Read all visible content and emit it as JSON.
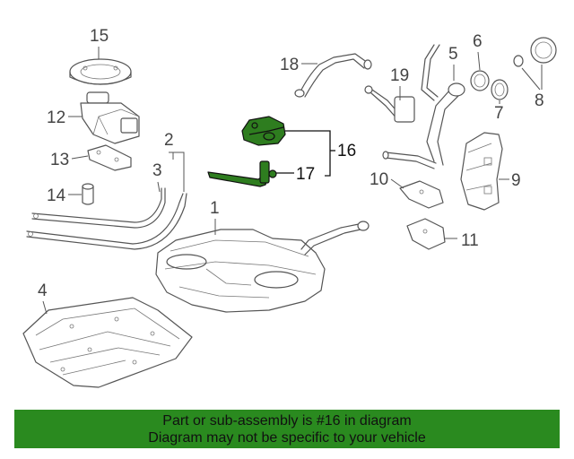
{
  "callouts": {
    "c1": "1",
    "c2": "2",
    "c3": "3",
    "c4": "4",
    "c5": "5",
    "c6": "6",
    "c7": "7",
    "c8": "8",
    "c9": "9",
    "c10": "10",
    "c11": "11",
    "c12": "12",
    "c13": "13",
    "c14": "14",
    "c15": "15",
    "c16": "16",
    "c17": "17",
    "c18": "18",
    "c19": "19"
  },
  "highlight": {
    "part_number": "16",
    "color": "#2a8a1f"
  },
  "banner": {
    "line1": "Part or sub-assembly is #16 in diagram",
    "line2": "Diagram may not be specific to your vehicle"
  }
}
